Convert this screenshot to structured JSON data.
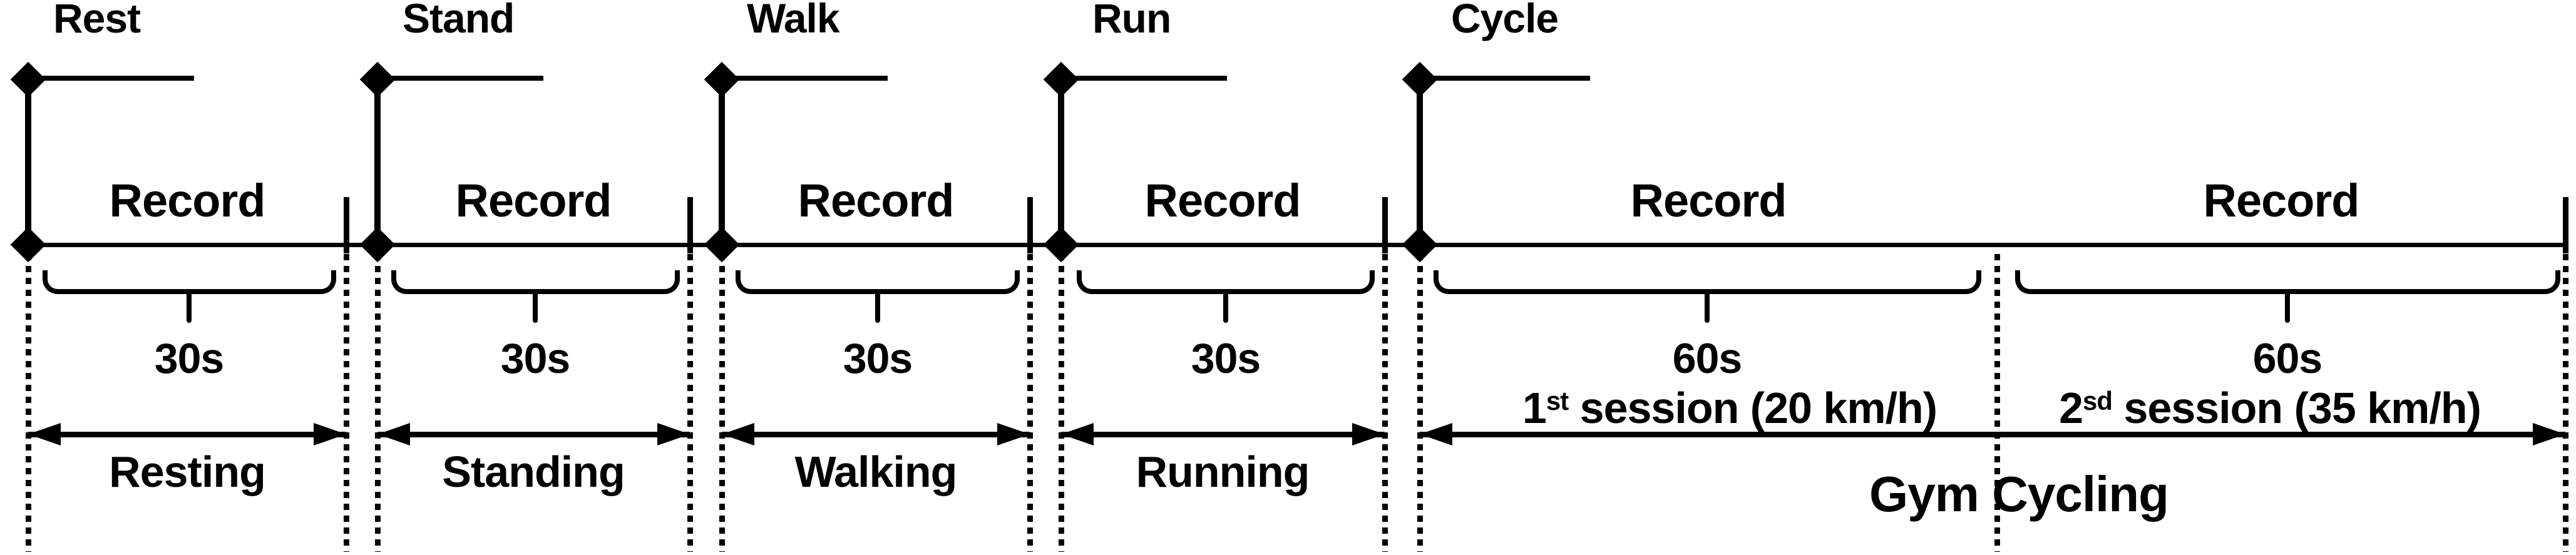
{
  "figure": {
    "background": "#ffffff",
    "ink": "#000000",
    "description": "Experiment protocol timeline"
  },
  "sections": [
    {
      "activity": "Rest",
      "record": "Record",
      "duration": "30s",
      "phase": "Resting"
    },
    {
      "activity": "Stand",
      "record": "Record",
      "duration": "30s",
      "phase": "Standing"
    },
    {
      "activity": "Walk",
      "record": "Record",
      "duration": "30s",
      "phase": "Walking"
    },
    {
      "activity": "Run",
      "record": "Record",
      "duration": "30s",
      "phase": "Running"
    },
    {
      "activity": "Cycle",
      "phase": "Gym Cycling",
      "segments": [
        {
          "record": "Record",
          "duration": "60s",
          "session_number": "1",
          "session_ordinal": "st",
          "session_rest": " session (20 km/h)"
        },
        {
          "record": "Record",
          "duration": "60s",
          "session_number": "2",
          "session_ordinal": "sd",
          "session_rest": " session (35 km/h)"
        }
      ]
    }
  ]
}
